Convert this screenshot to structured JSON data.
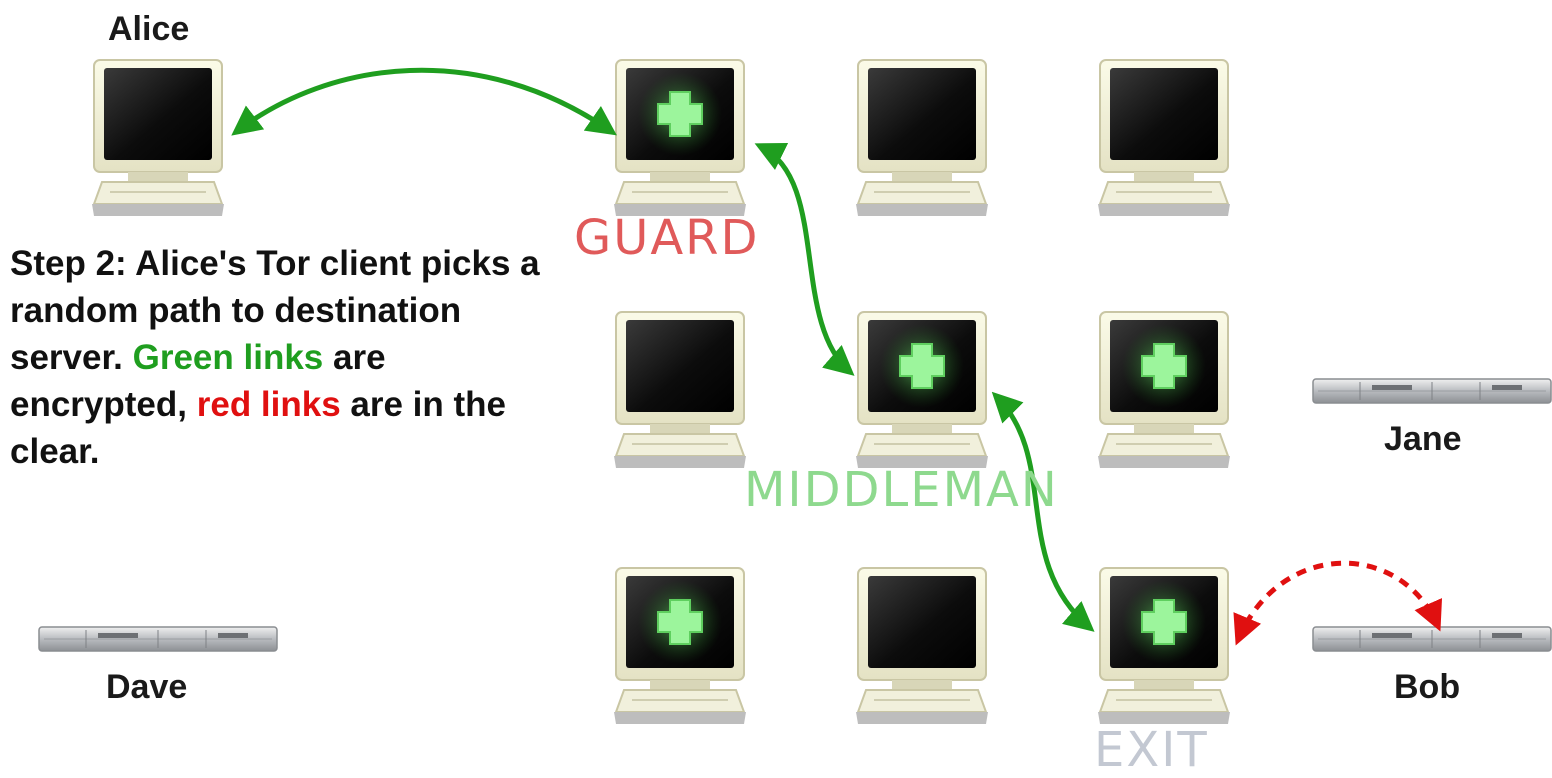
{
  "nodes": {
    "alice": "Alice",
    "jane": "Jane",
    "dave": "Dave",
    "bob": "Bob"
  },
  "roles": {
    "guard": "GUARD",
    "middleman": "MIDDLEMAN",
    "exit": "EXIT"
  },
  "step": {
    "part1": "Step 2: Alice's Tor client picks a random path to destination server.  ",
    "green_word": "Green links",
    "part2": " are encrypted, ",
    "red_word": "red links",
    "part3": " are in the clear."
  },
  "colors": {
    "encrypted_link": "#1f9e1f",
    "clear_link": "#e01010",
    "guard_label": "#e05a5a",
    "middleman_label": "#8ed98e",
    "exit_label": "#c3c8d2",
    "tor_relay_cross": "#9cf59c"
  },
  "icons": {
    "plain_computer": "computer-icon",
    "tor_relay": "tor-relay-computer-icon",
    "server": "server-rack-icon"
  }
}
